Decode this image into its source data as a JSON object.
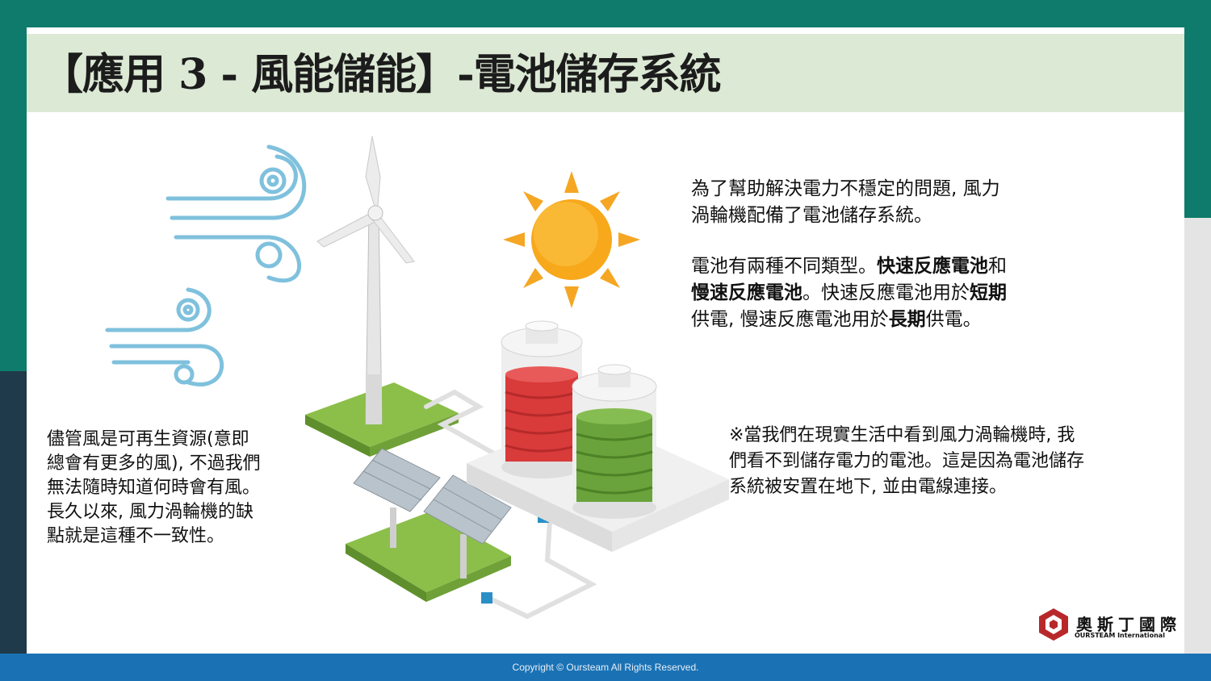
{
  "title": "【應用 3 - 風能儲能】-電池儲存系統",
  "left_text": [
    "儘管風是可再生資源(意即",
    "總會有更多的風), 不過我們",
    "無法隨時知道何時會有風。",
    "長久以來, 風力渦輪機的缺",
    "點就是這種不一致性。"
  ],
  "right_top": {
    "line1": "為了幫助解決電力不穩定的問題, 風力",
    "line2": "渦輪機配備了電池儲存系統。",
    "p2_a": "電池有兩種不同類型。",
    "p2_b": "快速反應電池",
    "p2_c": "和",
    "p2_d": "慢速反應電池",
    "p2_e": "。快速反應電池用於",
    "p2_f": "短期",
    "p2_g": "供電, 慢速反應電池用於",
    "p2_h": "長期",
    "p2_i": "供電。"
  },
  "note_lines": [
    "※當我們在現實生活中看到風力渦輪機時, 我",
    "們看不到儲存電力的電池。這是因為電池儲存",
    "系統被安置在地下, 並由電線連接。"
  ],
  "logo": {
    "name": "奧斯丁國際",
    "sub": "OURSTEAM International"
  },
  "copyright": "Copyright © Oursteam All Rights Reserved.",
  "colors": {
    "teal": "#0f7b6c",
    "title_bg": "#dce9d5",
    "footer": "#1a72b5",
    "battery_red": "#d93a3a",
    "battery_green": "#6aa33b",
    "sun": "#f5a623",
    "wind": "#7fc1dd"
  }
}
